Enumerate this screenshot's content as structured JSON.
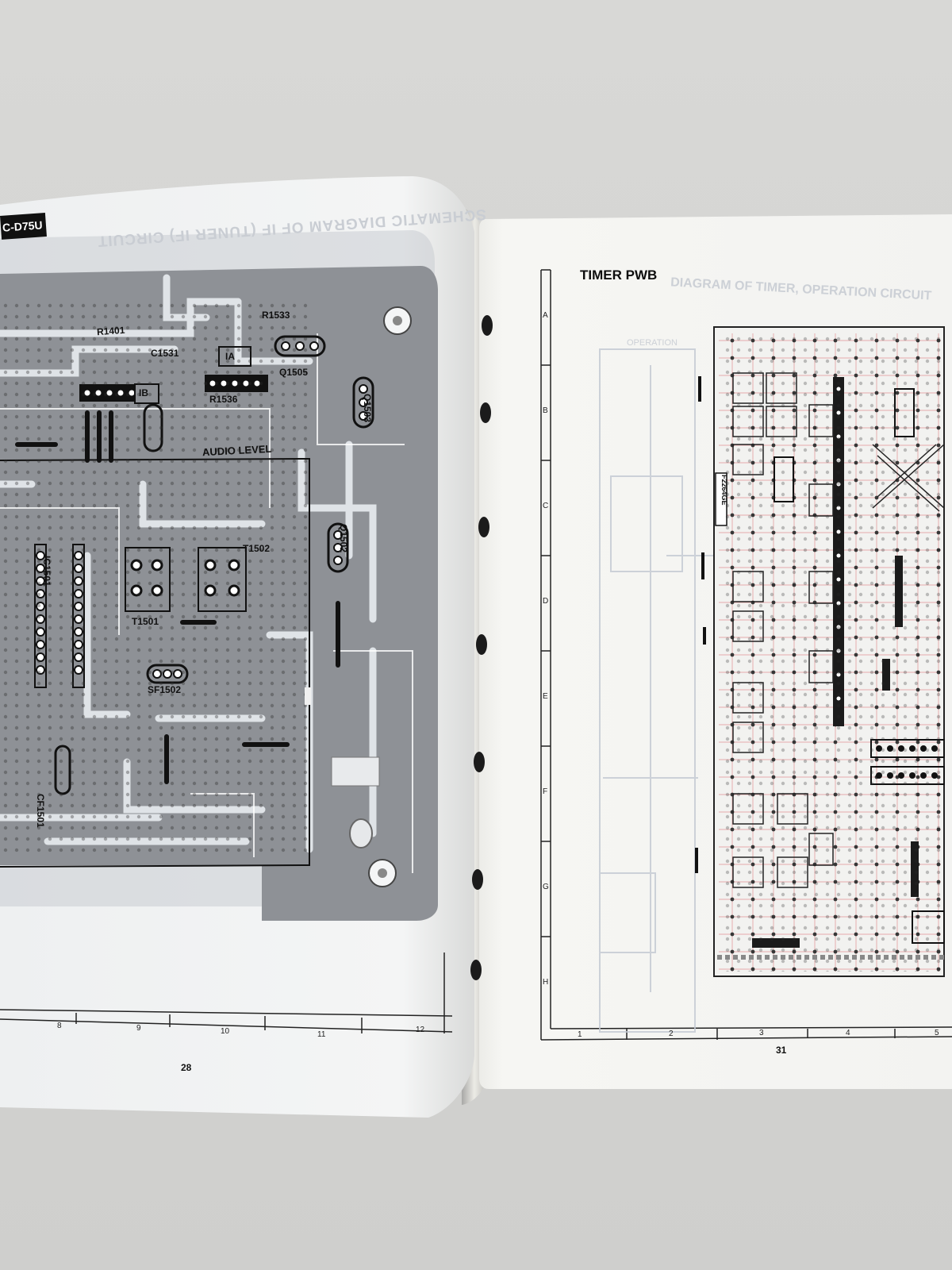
{
  "left_page": {
    "model_tag": "C-D75U",
    "header_text": "SCHEMATIC DIAGRAM OF IF (TUNER IF) CIRCUIT",
    "board_label": "AUDIO LEVEL",
    "component_labels": [
      "R1401",
      "C1531",
      "R1533",
      "Q1505",
      "Q1503",
      "Q1502",
      "IC1501",
      "T1501",
      "T1502",
      "SF1502",
      "CF1501",
      "IA",
      "IB",
      "R1536"
    ],
    "grid_columns": [
      "8",
      "9",
      "10",
      "11",
      "12"
    ],
    "page_number": "28"
  },
  "right_page": {
    "title": "TIMER PWB",
    "header_text": "DIAGRAM OF TIMER, OPERATION CIRCUIT",
    "section_label": "OPERATION",
    "board_id": "F2264GE",
    "grid_rows": [
      "A",
      "B",
      "C",
      "D",
      "E",
      "F",
      "G",
      "H"
    ],
    "grid_columns": [
      "1",
      "2",
      "3",
      "4",
      "5"
    ],
    "page_number": "31"
  }
}
